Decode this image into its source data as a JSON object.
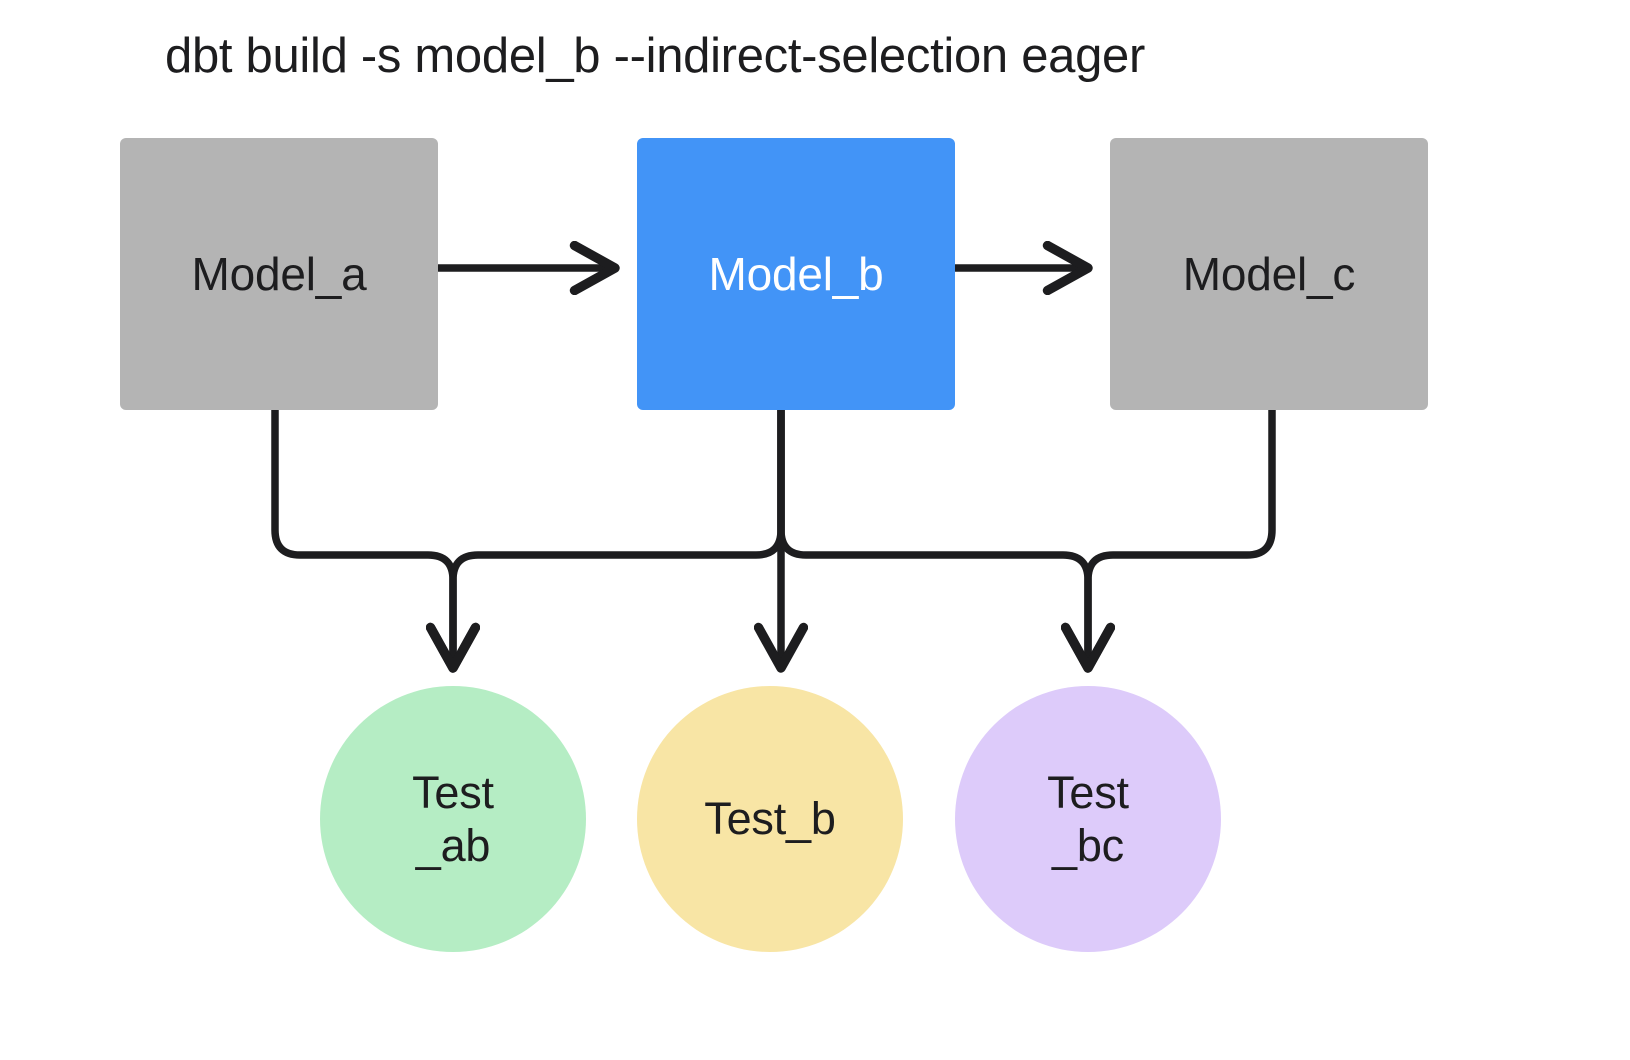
{
  "diagram": {
    "title": "dbt build -s model_b --indirect-selection eager",
    "type": "dag",
    "background": "#ffffff",
    "line_color": "#1d1d1f",
    "models": [
      {
        "id": "model_a",
        "label": "Model_a",
        "shape": "rectangle",
        "color": "#b4b4b4",
        "text_color": "#1d1d1f",
        "selected": false
      },
      {
        "id": "model_b",
        "label": "Model_b",
        "shape": "rectangle",
        "color": "#4294f7",
        "text_color": "#ffffff",
        "selected": true
      },
      {
        "id": "model_c",
        "label": "Model_c",
        "shape": "rectangle",
        "color": "#b4b4b4",
        "text_color": "#1d1d1f",
        "selected": false
      }
    ],
    "tests": [
      {
        "id": "test_ab",
        "label": "Test_ab",
        "line1": "Test",
        "line2": "_ab",
        "shape": "circle",
        "color": "#b5edc4"
      },
      {
        "id": "test_b",
        "label": "Test_b",
        "line1": "Test_b",
        "line2": "",
        "shape": "circle",
        "color": "#f8e5a5"
      },
      {
        "id": "test_bc",
        "label": "Test_bc",
        "line1": "Test",
        "line2": "_bc",
        "shape": "circle",
        "color": "#ddcbfa"
      }
    ],
    "edges": [
      {
        "from": "model_a",
        "to": "model_b",
        "style": "straight-arrow"
      },
      {
        "from": "model_b",
        "to": "model_c",
        "style": "straight-arrow"
      },
      {
        "from": "model_a",
        "to": "test_ab",
        "style": "elbow-arrow"
      },
      {
        "from": "model_b",
        "to": "test_ab",
        "style": "elbow-arrow"
      },
      {
        "from": "model_b",
        "to": "test_b",
        "style": "straight-arrow"
      },
      {
        "from": "model_b",
        "to": "test_bc",
        "style": "elbow-arrow"
      },
      {
        "from": "model_c",
        "to": "test_bc",
        "style": "elbow-arrow"
      }
    ]
  }
}
